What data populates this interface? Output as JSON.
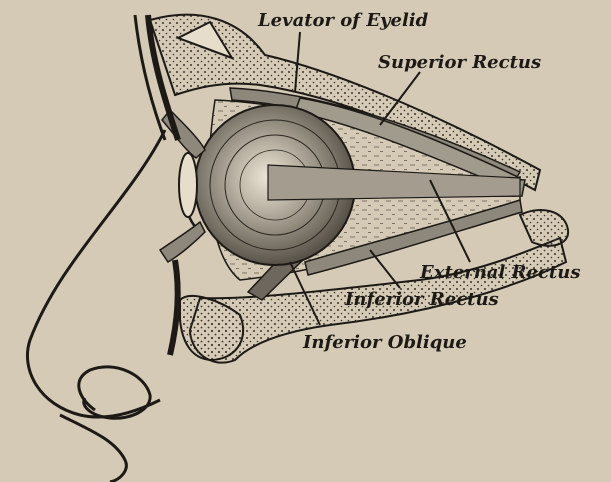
{
  "labels": {
    "levator": "Levator of Eyelid",
    "superior_rectus": "Superior Rectus",
    "external_rectus": "External Rectus",
    "inferior_rectus": "Inferior Rectus",
    "inferior_oblique": "Inferior Oblique"
  },
  "colors": {
    "paper": "#d4cab6",
    "ink": "#1d1a16",
    "bone": "#e6ddca",
    "muscle": "#8e887c",
    "globe": "#b9b2a4",
    "fat": "#cfc6b2"
  }
}
